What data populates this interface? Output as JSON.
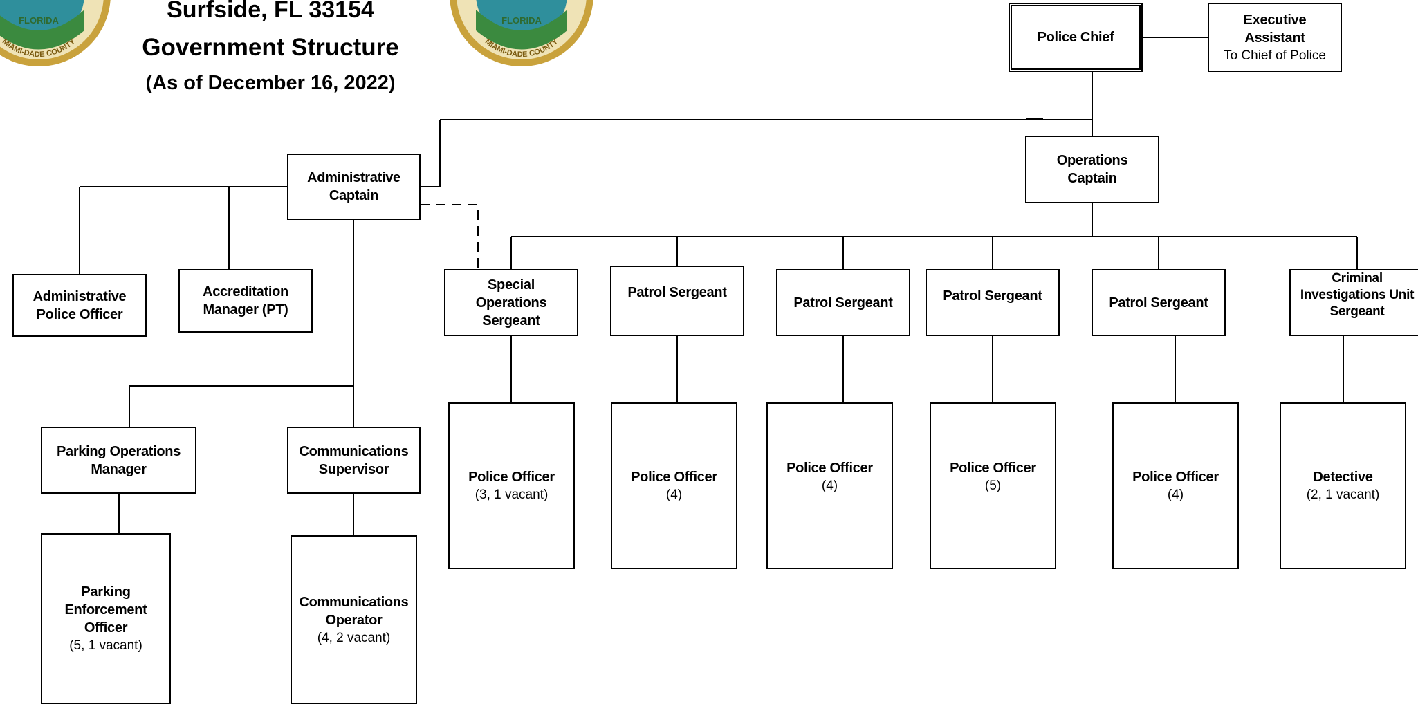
{
  "header": {
    "city_line": "Surfside, FL  33154",
    "title": "Government Structure",
    "as_of": "(As of December 16, 2022)"
  },
  "seals": {
    "left": {
      "state": "FLORIDA",
      "county": "MIAMI-DADE COUNTY"
    },
    "right": {
      "state": "FLORIDA",
      "county": "MIAMI-DADE COUNTY"
    }
  },
  "nodes": {
    "police_chief": {
      "title": "Police Chief"
    },
    "exec_assistant": {
      "title": "Executive Assistant",
      "subtitle": "To Chief of Police"
    },
    "operations_captain": {
      "title": "Operations Captain"
    },
    "admin_captain": {
      "title": "Administrative Captain"
    },
    "admin_officer": {
      "title": "Administrative Police Officer"
    },
    "accreditation_mgr": {
      "title": "Accreditation Manager (PT)"
    },
    "parking_mgr": {
      "title": "Parking Operations Manager"
    },
    "comm_supervisor": {
      "title": "Communications Supervisor"
    },
    "parking_officer": {
      "title": "Parking Enforcement Officer",
      "count": "(5, 1 vacant)"
    },
    "comm_operator": {
      "title": "Communications Operator",
      "count": "(4, 2 vacant)"
    },
    "special_ops_sgt": {
      "title": "Special Operations Sergeant"
    },
    "patrol_sgt_1": {
      "title": "Patrol Sergeant"
    },
    "patrol_sgt_2": {
      "title": "Patrol Sergeant"
    },
    "patrol_sgt_3": {
      "title": "Patrol Sergeant"
    },
    "patrol_sgt_4": {
      "title": "Patrol Sergeant"
    },
    "cid_sgt": {
      "title": "Criminal Investigations Unit Sergeant"
    },
    "officers_special": {
      "title": "Police Officer",
      "count": "(3, 1 vacant)"
    },
    "officers_patrol_1": {
      "title": "Police Officer",
      "count": "(4)"
    },
    "officers_patrol_2": {
      "title": "Police Officer",
      "count": "(4)"
    },
    "officers_patrol_3": {
      "title": "Police Officer",
      "count": "(5)"
    },
    "officers_patrol_4": {
      "title": "Police Officer",
      "count": "(4)"
    },
    "detective": {
      "title": "Detective",
      "count": "(2, 1 vacant)"
    }
  },
  "relationships": [
    {
      "from": "police_chief",
      "to": "exec_assistant",
      "type": "staff"
    },
    {
      "from": "police_chief",
      "to": "operations_captain",
      "type": "solid"
    },
    {
      "from": "police_chief",
      "to": "admin_captain",
      "type": "solid"
    },
    {
      "from": "admin_captain",
      "to": "admin_officer",
      "type": "solid"
    },
    {
      "from": "admin_captain",
      "to": "accreditation_mgr",
      "type": "solid"
    },
    {
      "from": "admin_captain",
      "to": "parking_mgr",
      "type": "solid"
    },
    {
      "from": "admin_captain",
      "to": "comm_supervisor",
      "type": "solid"
    },
    {
      "from": "admin_captain",
      "to": "special_ops_sgt",
      "type": "dashed"
    },
    {
      "from": "parking_mgr",
      "to": "parking_officer",
      "type": "solid"
    },
    {
      "from": "comm_supervisor",
      "to": "comm_operator",
      "type": "solid"
    },
    {
      "from": "operations_captain",
      "to": "special_ops_sgt",
      "type": "solid"
    },
    {
      "from": "operations_captain",
      "to": "patrol_sgt_1",
      "type": "solid"
    },
    {
      "from": "operations_captain",
      "to": "patrol_sgt_2",
      "type": "solid"
    },
    {
      "from": "operations_captain",
      "to": "patrol_sgt_3",
      "type": "solid"
    },
    {
      "from": "operations_captain",
      "to": "patrol_sgt_4",
      "type": "solid"
    },
    {
      "from": "operations_captain",
      "to": "cid_sgt",
      "type": "solid"
    },
    {
      "from": "special_ops_sgt",
      "to": "officers_special",
      "type": "solid"
    },
    {
      "from": "patrol_sgt_1",
      "to": "officers_patrol_1",
      "type": "solid"
    },
    {
      "from": "patrol_sgt_2",
      "to": "officers_patrol_2",
      "type": "solid"
    },
    {
      "from": "patrol_sgt_3",
      "to": "officers_patrol_3",
      "type": "solid"
    },
    {
      "from": "patrol_sgt_4",
      "to": "officers_patrol_4",
      "type": "solid"
    },
    {
      "from": "cid_sgt",
      "to": "detective",
      "type": "solid"
    }
  ]
}
